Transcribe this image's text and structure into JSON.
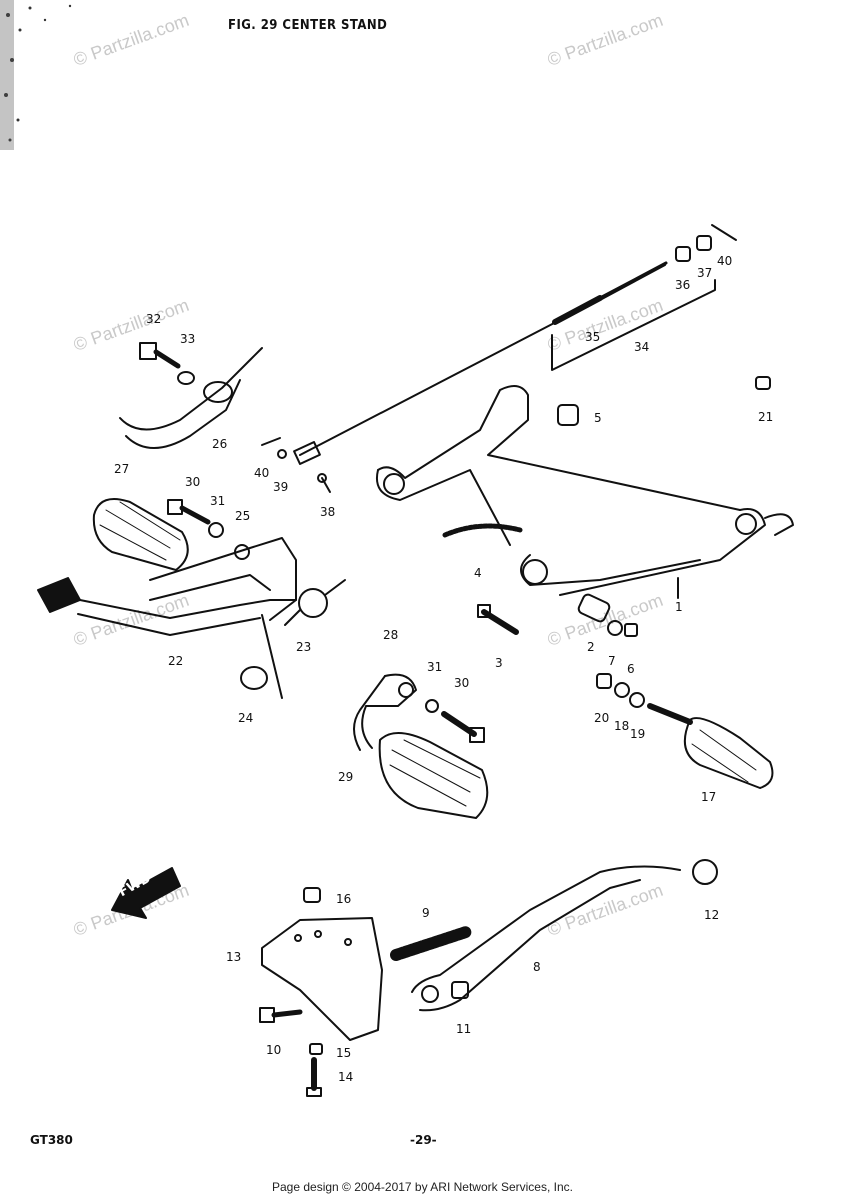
{
  "figure_title": "FIG. 29  CENTER STAND",
  "model": "GT380",
  "page_number": "-29-",
  "copyright": "Page design © 2004-2017 by ARI Network Services, Inc.",
  "watermark": "© Partzilla.com",
  "direction_arrow": "FWD",
  "colors": {
    "ink": "#111111",
    "watermark": "#c9c9c9",
    "background": "#ffffff"
  },
  "callouts": [
    {
      "id": "c1",
      "text": "1"
    },
    {
      "id": "c2",
      "text": "2"
    },
    {
      "id": "c3",
      "text": "3"
    },
    {
      "id": "c4",
      "text": "4"
    },
    {
      "id": "c5",
      "text": "5"
    },
    {
      "id": "c6",
      "text": "6"
    },
    {
      "id": "c7",
      "text": "7"
    },
    {
      "id": "c8",
      "text": "8"
    },
    {
      "id": "c9",
      "text": "9"
    },
    {
      "id": "c10",
      "text": "10"
    },
    {
      "id": "c11",
      "text": "11"
    },
    {
      "id": "c12",
      "text": "12"
    },
    {
      "id": "c13",
      "text": "13"
    },
    {
      "id": "c14",
      "text": "14"
    },
    {
      "id": "c15",
      "text": "15"
    },
    {
      "id": "c16",
      "text": "16"
    },
    {
      "id": "c17",
      "text": "17"
    },
    {
      "id": "c18",
      "text": "18"
    },
    {
      "id": "c19",
      "text": "19"
    },
    {
      "id": "c20",
      "text": "20"
    },
    {
      "id": "c21",
      "text": "21"
    },
    {
      "id": "c22",
      "text": "22"
    },
    {
      "id": "c23",
      "text": "23"
    },
    {
      "id": "c24",
      "text": "24"
    },
    {
      "id": "c25",
      "text": "25"
    },
    {
      "id": "c26",
      "text": "26"
    },
    {
      "id": "c27",
      "text": "27"
    },
    {
      "id": "c28",
      "text": "28"
    },
    {
      "id": "c29",
      "text": "29"
    },
    {
      "id": "c30a",
      "text": "30"
    },
    {
      "id": "c30b",
      "text": "30"
    },
    {
      "id": "c31a",
      "text": "31"
    },
    {
      "id": "c31b",
      "text": "31"
    },
    {
      "id": "c32",
      "text": "32"
    },
    {
      "id": "c33",
      "text": "33"
    },
    {
      "id": "c34",
      "text": "34"
    },
    {
      "id": "c35",
      "text": "35"
    },
    {
      "id": "c36",
      "text": "36"
    },
    {
      "id": "c37",
      "text": "37"
    },
    {
      "id": "c38",
      "text": "38"
    },
    {
      "id": "c39",
      "text": "39"
    },
    {
      "id": "c40a",
      "text": "40"
    },
    {
      "id": "c40b",
      "text": "40"
    }
  ]
}
